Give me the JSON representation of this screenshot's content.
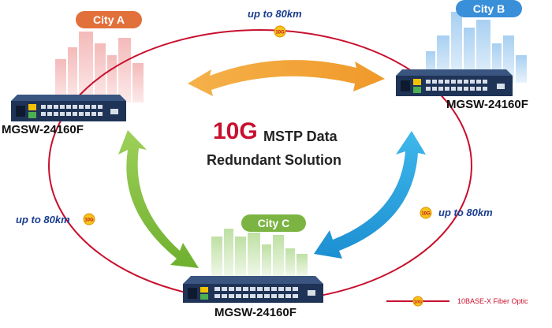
{
  "cities": {
    "a": {
      "label": "City A",
      "color": "#e2703a"
    },
    "b": {
      "label": "City B",
      "color": "#3a8fd9"
    },
    "c": {
      "label": "City C",
      "color": "#7bb443"
    }
  },
  "switches": {
    "a": "MGSW-24160F",
    "b": "MGSW-24160F",
    "c": "MGSW-24160F"
  },
  "distances": {
    "top": "up to 80km",
    "left": "up to 80km",
    "right": "up to 80km"
  },
  "fiber_marker": "10G",
  "title": {
    "big": "10G",
    "line1": "MSTP Data",
    "line2": "Redundant Solution"
  },
  "legend": {
    "marker": "10G",
    "text": "10BASE-X Fiber Optic"
  },
  "colors": {
    "ring": "#c8102e",
    "arrow_orange": "#f2a23a",
    "arrow_green": "#8cc63f",
    "arrow_blue": "#29a8e0",
    "switch_body": "#1f3357"
  }
}
